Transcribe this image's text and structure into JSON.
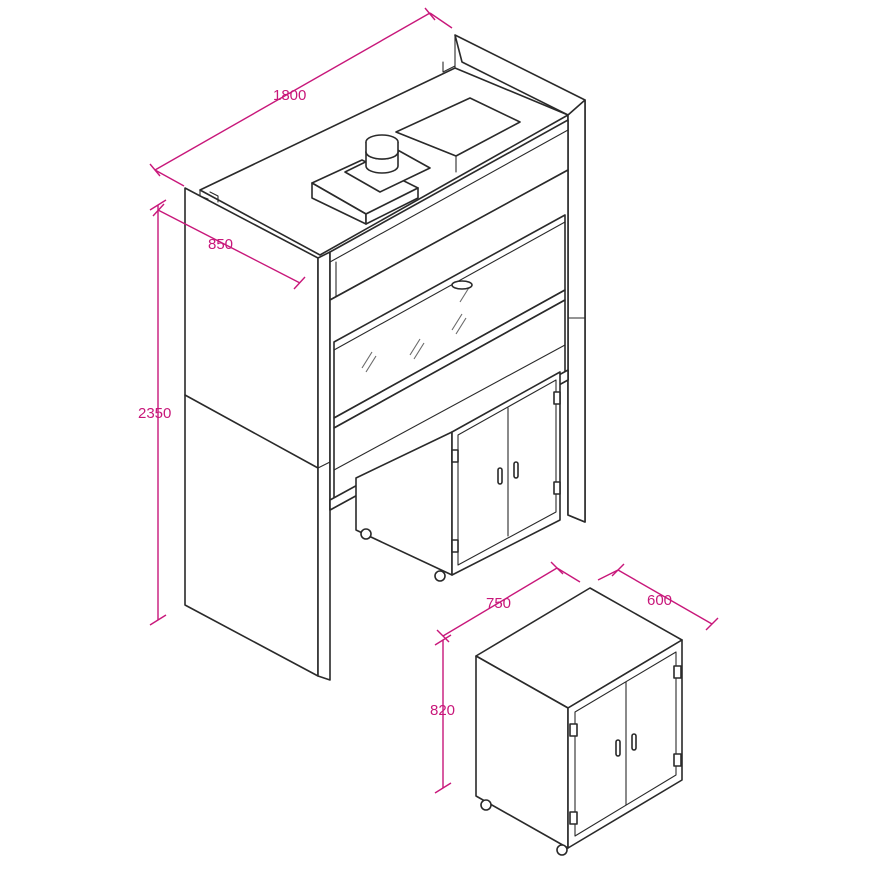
{
  "colors": {
    "dimension": "#c8177a",
    "outline": "#2a2a2a",
    "background": "#ffffff"
  },
  "dimensions": {
    "hood_width": "1800",
    "hood_depth": "850",
    "hood_height": "2350",
    "cabinet_width": "750",
    "cabinet_depth": "600",
    "cabinet_height": "820"
  }
}
